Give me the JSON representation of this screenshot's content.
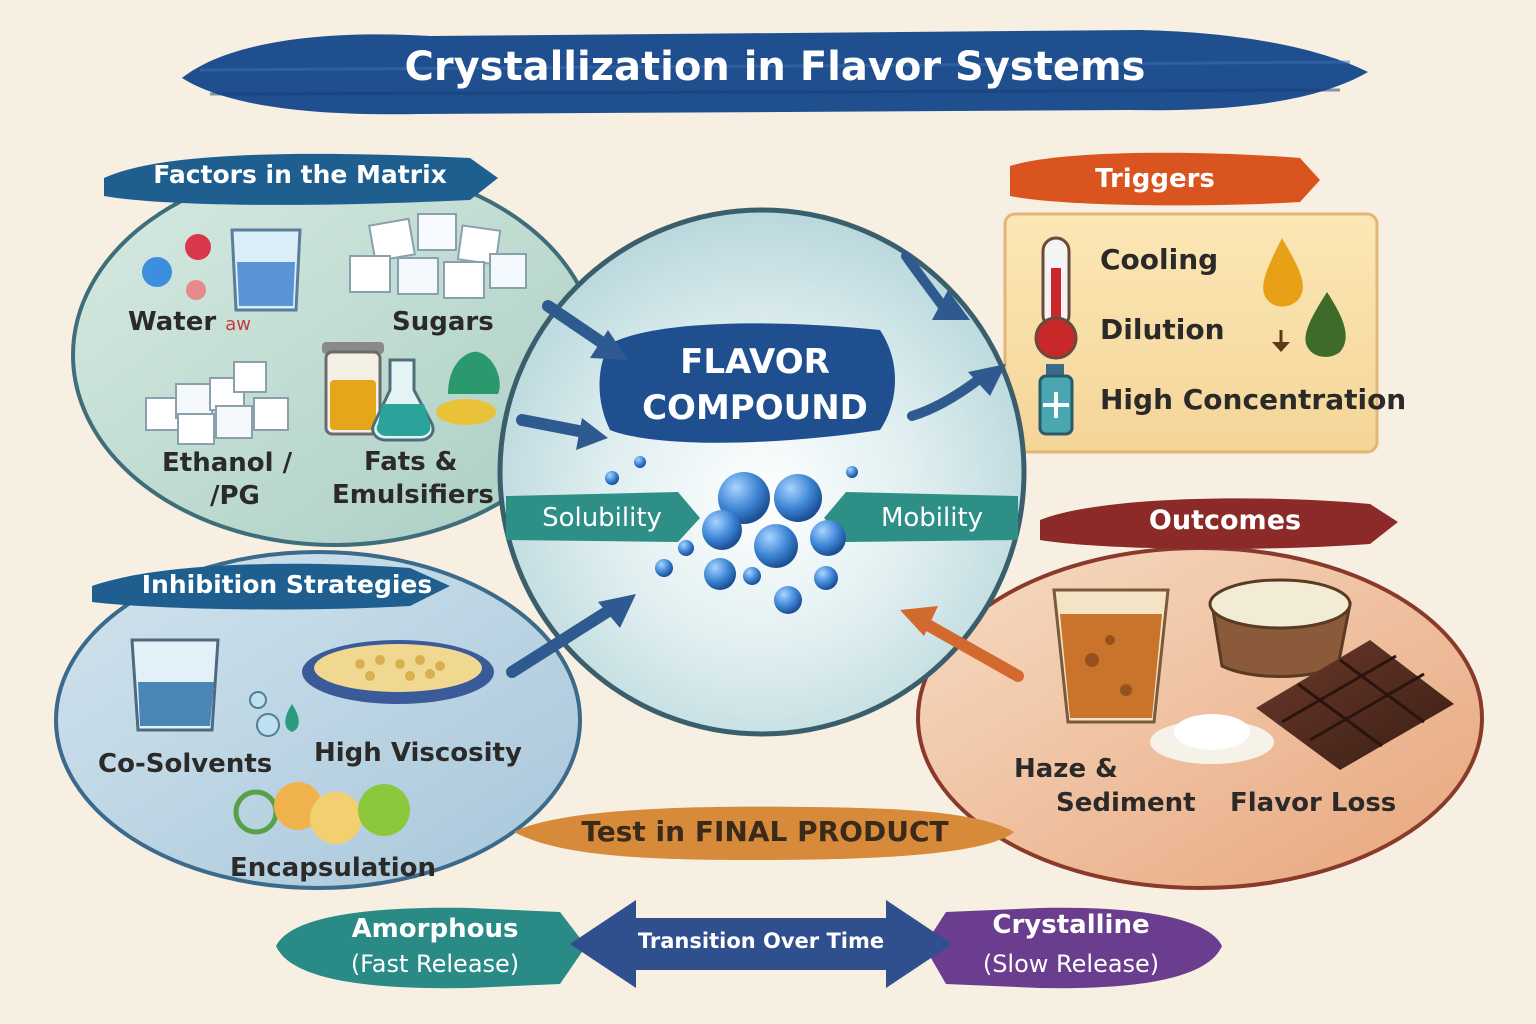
{
  "title": "Crystallization in Flavor Systems",
  "center": {
    "line1": "FLAVOR",
    "line2": "COMPOUND",
    "left_tag": "Solubility",
    "right_tag": "Mobility"
  },
  "factors": {
    "heading": "Factors in the Matrix",
    "water": "Water",
    "water_sub": "aw",
    "sugars": "Sugars",
    "ethanol_line1": "Ethanol /",
    "ethanol_line2": "/PG",
    "fats_line1": "Fats &",
    "fats_line2": "Emulsifiers"
  },
  "triggers": {
    "heading": "Triggers",
    "items": [
      "Cooling",
      "Dilution",
      "High Concentration"
    ]
  },
  "inhibition": {
    "heading": "Inhibition Strategies",
    "cosolvents": "Co-Solvents",
    "viscosity": "High Viscosity",
    "encapsulation": "Encapsulation"
  },
  "outcomes": {
    "heading": "Outcomes",
    "haze_line1": "Haze &",
    "haze_line2": "Sediment",
    "flavor_loss": "Flavor Loss"
  },
  "test_banner": "Test in FINAL PRODUCT",
  "transition": {
    "left_line1": "Amorphous",
    "left_line2": "(Fast Release)",
    "middle": "Transition Over Time",
    "right_line1": "Crystalline",
    "right_line2": "(Slow Release)"
  },
  "colors": {
    "navy": "#1f4f8f",
    "teal": "#2a8a86",
    "orange": "#d9541e",
    "maroon": "#8c2a2a",
    "amber": "#c8782e",
    "purple": "#6a3d8f"
  }
}
